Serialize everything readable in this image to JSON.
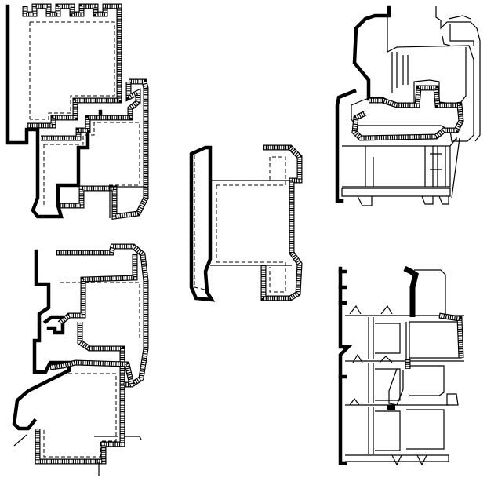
{
  "figure": {
    "panels": [
      {
        "key": "panel-top-left",
        "kind": "wooden-frame-section"
      },
      {
        "key": "panel-bottom-left",
        "kind": "wooden-window-sill-section"
      },
      {
        "key": "panel-center",
        "kind": "wooden-mullion-section"
      },
      {
        "key": "panel-top-right",
        "kind": "pvc-multi-chamber-profile"
      },
      {
        "key": "panel-bottom-right",
        "kind": "aluminium-thermal-break-profile"
      }
    ],
    "colors": {
      "line": "#000000",
      "background": "#ffffff"
    }
  }
}
